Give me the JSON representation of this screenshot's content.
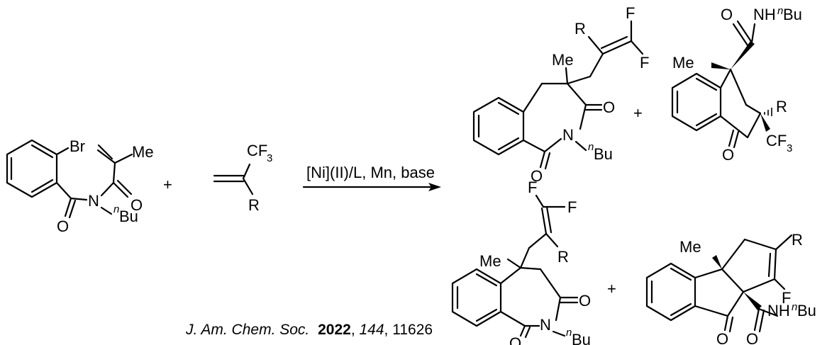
{
  "labels": {
    "br": "Br",
    "me": "Me",
    "n": "N",
    "o": "O",
    "bu": "Bu",
    "n_sup": "n",
    "cf": "CF",
    "sub3": "3",
    "r": "R",
    "f": "F",
    "nh": "NH",
    "plus": "+"
  },
  "conditions": "[Ni](II)/L, Mn, base",
  "citation": {
    "journal": "J. Am. Chem. Soc.",
    "year": "2022",
    "volume": "144",
    "pages": "11626"
  }
}
